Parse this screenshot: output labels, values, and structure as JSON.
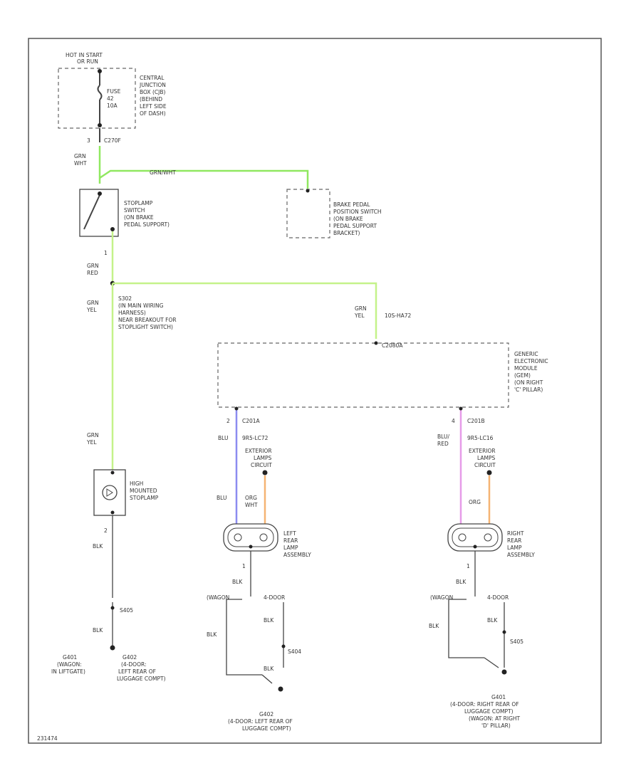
{
  "colors": {
    "green": "#90e860",
    "light_green": "#c4f28a",
    "blue": "#8c8cf0",
    "orange": "#f5b473",
    "pink": "#e69be8",
    "line": "#444444"
  },
  "fuse_block": {
    "header_1": "HOT IN START",
    "header_2": "OR RUN",
    "fuse_1": "FUSE",
    "fuse_2": "42",
    "fuse_3": "10A",
    "desc_1": "CENTRAL",
    "desc_2": "JUNCTION",
    "desc_3": "BOX (CJB)",
    "desc_4": "(BEHIND",
    "desc_5": "LEFT SIDE",
    "desc_6": "OF DASH)",
    "pin": "3",
    "connector": "C270F"
  },
  "w_grn_wht": {
    "line1": "GRN",
    "line2": "WHT"
  },
  "brake_wire_label": "GRN/WHT",
  "stoplamp_switch": {
    "line1": "STOPLAMP",
    "line2": "SWITCH",
    "line3": "(ON BRAKE",
    "line4": "PEDAL SUPPORT)",
    "pin": "1"
  },
  "brake_switch": {
    "line1": "BRAKE PEDAL",
    "line2": "POSITION SWITCH",
    "line3": "(ON BRAKE",
    "line4": "PEDAL SUPPORT",
    "line5": "BRACKET)"
  },
  "w_grn_red": {
    "line1": "GRN",
    "line2": "RED"
  },
  "w_grn_yel_1": {
    "line1": "GRN",
    "line2": "YEL"
  },
  "splice": {
    "line1": "S302",
    "line2": "(IN MAIN WIRING",
    "line3": "HARNESS)",
    "line4": "NEAR BREAKOUT FOR",
    "line5": "STOPLIGHT SWITCH)"
  },
  "w_grn_yel_2": {
    "line1": "GRN",
    "line2": "YEL",
    "circuit": "10S-HA72"
  },
  "gem": {
    "connector": "C2080A",
    "line1": "GENERIC",
    "line2": "ELECTRONIC",
    "line3": "MODULE",
    "line4": "(GEM)",
    "line5": "(ON RIGHT",
    "line6": "'C' PILLAR)"
  },
  "w_grn_yel_3": {
    "line1": "GRN",
    "line2": "YEL"
  },
  "hmsl": {
    "line1": "HIGH",
    "line2": "MOUNTED",
    "line3": "STOPLAMP",
    "pin": "2"
  },
  "left_branch": {
    "pin": "2",
    "connector": "C201A",
    "wire_label": "BLU",
    "circuit": "9R5-LC72",
    "circ_1": "EXTERIOR",
    "circ_2": "LAMPS",
    "circ_3": "CIRCUIT",
    "lower_wire_label": "BLU",
    "orange_1": "ORG",
    "orange_2": "WHT",
    "lamp_1": "LEFT",
    "lamp_2": "REAR",
    "lamp_3": "LAMP",
    "lamp_4": "ASSEMBLY",
    "ground_pin": "1",
    "ground_wire": "BLK",
    "wagon": "(WAGON",
    "door": "4-DOOR",
    "blk_left": "BLK",
    "blk_right": "BLK",
    "blk_lower": "BLK",
    "splice": "S404",
    "gnd_1": "G402",
    "gnd_2": "(4-DOOR: LEFT REAR OF",
    "gnd_3": "LUGGAGE COMPT)"
  },
  "right_branch": {
    "pin": "4",
    "connector": "C201B",
    "wire_1": "BLU/",
    "wire_2": "RED",
    "circuit": "9R5-LC16",
    "circ_1": "EXTERIOR",
    "circ_2": "LAMPS",
    "circ_3": "CIRCUIT",
    "orange": "ORG",
    "lamp_1": "RIGHT",
    "lamp_2": "REAR",
    "lamp_3": "LAMP",
    "lamp_4": "ASSEMBLY",
    "ground_pin": "1",
    "ground_wire": "BLK",
    "wagon": "(WAGON",
    "door": "4-DOOR",
    "blk_left": "BLK",
    "blk_right": "BLK",
    "splice": "S405",
    "gnd_1": "G401",
    "gnd_2": "(4-DOOR: RIGHT REAR OF",
    "gnd_3": "LUGGAGE COMPT)",
    "gnd_4": "(WAGON: AT RIGHT",
    "gnd_5": "'D' PILLAR)"
  },
  "hmsl_ground": {
    "wire": "BLK",
    "splice": "S405",
    "wire2": "BLK",
    "g1_1": "G401",
    "g1_2": "(WAGON:",
    "g1_3": "IN LIFTGATE)",
    "g2_1": "G402",
    "g2_2": "(4-DOOR:",
    "g2_3": "LEFT REAR OF",
    "g2_4": "LUGGAGE COMPT)"
  },
  "footer_code": "231474"
}
